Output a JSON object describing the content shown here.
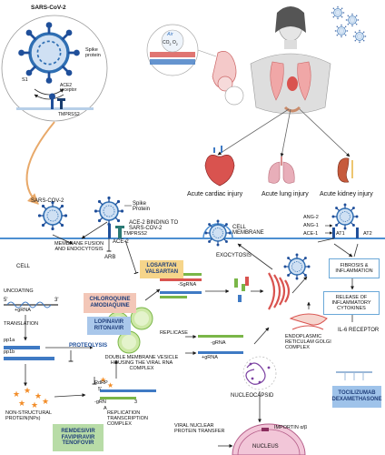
{
  "top": {
    "virus_title": "SARS-CoV-2",
    "spike_label": "Spike protein",
    "s1_label": "S1",
    "ace2_label": "ACE2 receptor",
    "tmprss2_label": "TMPRSS2",
    "air_label": "Air",
    "co2_label": "CO",
    "o2_label": "O"
  },
  "organs": {
    "cardiac": "Acute cardiac injury",
    "lung": "Acute lung injury",
    "kidney": "Acute kidney injury"
  },
  "entry": {
    "virus_label": "SARS-COV-2",
    "spike_label": "Spike Protein",
    "ace2_binding": "ACE-2 BINDING TO SARS-COV-2",
    "ace2": "ACE-2",
    "tmprss2": "TMPRSS2",
    "arb": "ARB",
    "membrane_fusion": "MEMBRANE FUSION AND ENDOCYTOSIS",
    "cell": "CELL",
    "cell_membrane": "CELL MEMBRANE",
    "exocytosis": "EXOCYTOSIS"
  },
  "raas": {
    "ang2": "ANG-2",
    "ang1": "ANG-1",
    "ace1": "ACE-1",
    "at1": "AT1",
    "at2": "AT2",
    "fibrosis": "FIBROSIS & INFLAMMATION",
    "release": "RELEASE OF INFLAMMATORY CYTOKINES",
    "il6": "IL-6 RECEPTOR"
  },
  "replication": {
    "uncoating": "UNCOATING",
    "five_prime": "5'",
    "three_prime": "3'",
    "plus_grna": "+gRNA",
    "translation": "TRANSLATION",
    "pp1a": "pp1a",
    "pp1b": "pp1b",
    "proteolysis": "PROTEOLYSIS",
    "nsp": "NON-STRUCTURAL PROTEIN(NPs)",
    "rdrp": "RdRP",
    "minus_grn": "-gRN",
    "a_label": "A",
    "three": "3",
    "rtc": "REPLICATION TRANSCRIPTION COMPLEX",
    "sgrna": "-SgRNA",
    "dmv": "DOUBLE MEMBRANE VESICLE HOUSING THE VIRAL RNA COMPLEX",
    "replicase": "REPLICASE",
    "minus_grna": "-gRNA",
    "plus_grna2": "+gRNA",
    "er_golgi": "ENDOPLASMIC RETICULAM GOLGI COMPLEX",
    "nucleocapsid": "NUCLEOCAPSID",
    "nuclear_transfer": "VIRAL NUCLEAR PROTEIN TRANSFER",
    "importin": "IMPORTIN α/β",
    "nucleus": "NUCLEUS"
  },
  "drugs": {
    "losartan": "LOSARTAN VALSARTAN",
    "chloroquine": "CHLOROQUINE AMODIAQUINE",
    "lopinavir": "LOPINAVIR RITONAVIR",
    "remdesivir": "REMDESIVIR FAVIPIRAVIR TENOFOVIR",
    "tocilizumab": "TOCILIZUMAB DEXAMETHASONE"
  },
  "colors": {
    "virus_blue": "#2f6fb3",
    "spike_blue": "#1f4f9a",
    "membrane": "#4d8fd1",
    "arrow": "#1a1a1a",
    "rna_green": "#7ab648",
    "rna_blue": "#3f7ac4",
    "rna_red": "#d9534f",
    "orange_star": "#f28c28"
  }
}
